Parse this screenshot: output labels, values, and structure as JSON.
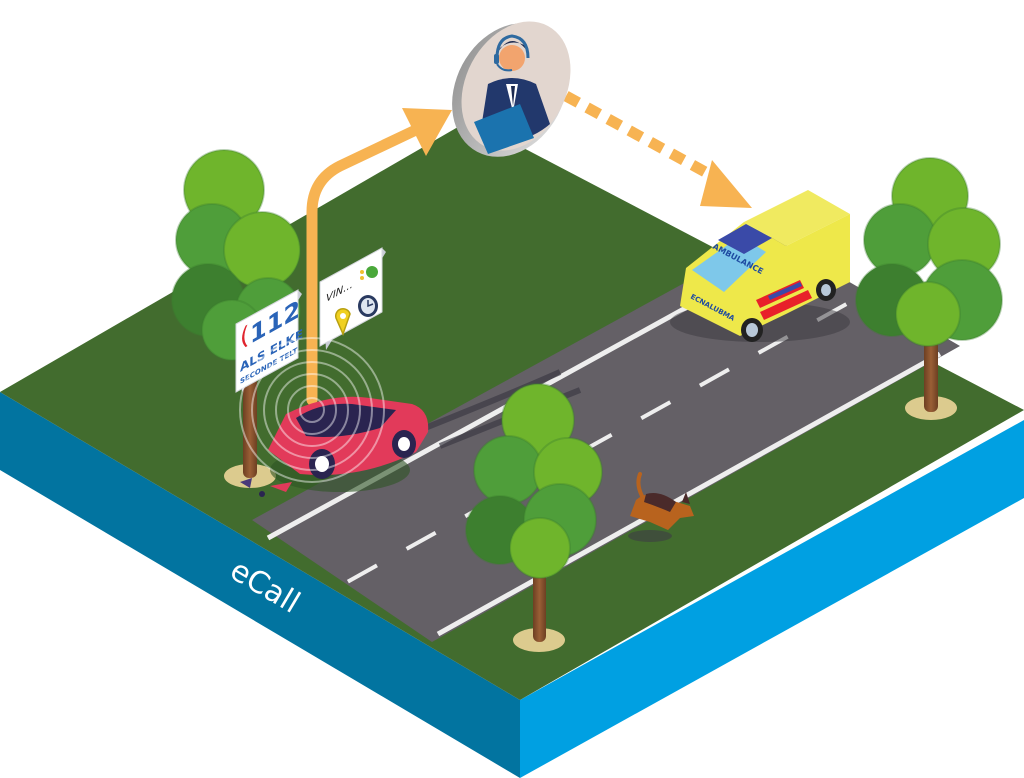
{
  "title": "eCall",
  "colors": {
    "grass": "#426c2e",
    "grass_shadow": "#38602a",
    "road": "#646066",
    "road_marking": "#eeeeee",
    "base_left": "#0274a0",
    "base_right": "#00a0e2",
    "arrow": "#f7b352",
    "car": "#e23a5a",
    "ambulance": "#eee84a",
    "ambulance_stripe_red": "#e8202a",
    "ambulance_stripe_blue": "#3a4aa8",
    "operator_disc": "#e2d6cf",
    "tree_light": "#6fb52c",
    "tree_mid": "#4f9e3a",
    "tree_dark": "#3d7f2f",
    "trunk": "#8a5230",
    "tree_base": "#dccb8e"
  },
  "signs": {
    "emergency": {
      "number": "112",
      "line1": "ALS ELKE",
      "line2": "SECONDE TELT",
      "icon": "phone-icon"
    },
    "data_packet": {
      "label": "VIN...",
      "icons": [
        "fuel-pump-icon",
        "location-pin-icon",
        "clock-icon"
      ]
    }
  },
  "vehicles": {
    "crashed_car": {
      "icon": "car-icon",
      "signal": "radio-waves"
    },
    "ambulance": {
      "label": "AMBULANCE",
      "mirror_label": "ECNALUBMA"
    }
  },
  "operator": {
    "icon": "call-center-operator-icon"
  },
  "animal": {
    "icon": "dog-icon"
  },
  "flow": [
    {
      "from": "crashed_car",
      "to": "operator",
      "style": "solid"
    },
    {
      "from": "operator",
      "to": "ambulance",
      "style": "dashed"
    }
  ]
}
